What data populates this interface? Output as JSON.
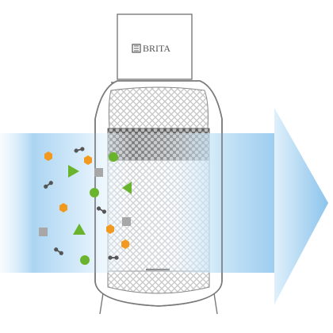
{
  "brand": {
    "name": "BRITA",
    "mark_color": "#555555"
  },
  "colors": {
    "outline": "#7a7a7a",
    "cartridge_fill": "#ffffff",
    "mesh_light": "#cfcfcf",
    "mesh_dark": "#8a8a8a",
    "flow_strong": "#8cc4ec",
    "flow_light": "#e6f3fc",
    "particle_orange": "#f29a1f",
    "particle_green": "#6ab42d",
    "particle_grey": "#9a9a9a",
    "particle_dark": "#555555"
  },
  "diagram": {
    "subject": "filter-cartridge-cross-section",
    "flow": "water-flow-arrow",
    "particle_kinds": [
      "orange-hexagon",
      "green-circle",
      "green-triangle",
      "grey-square",
      "dark-dumbbell"
    ]
  }
}
